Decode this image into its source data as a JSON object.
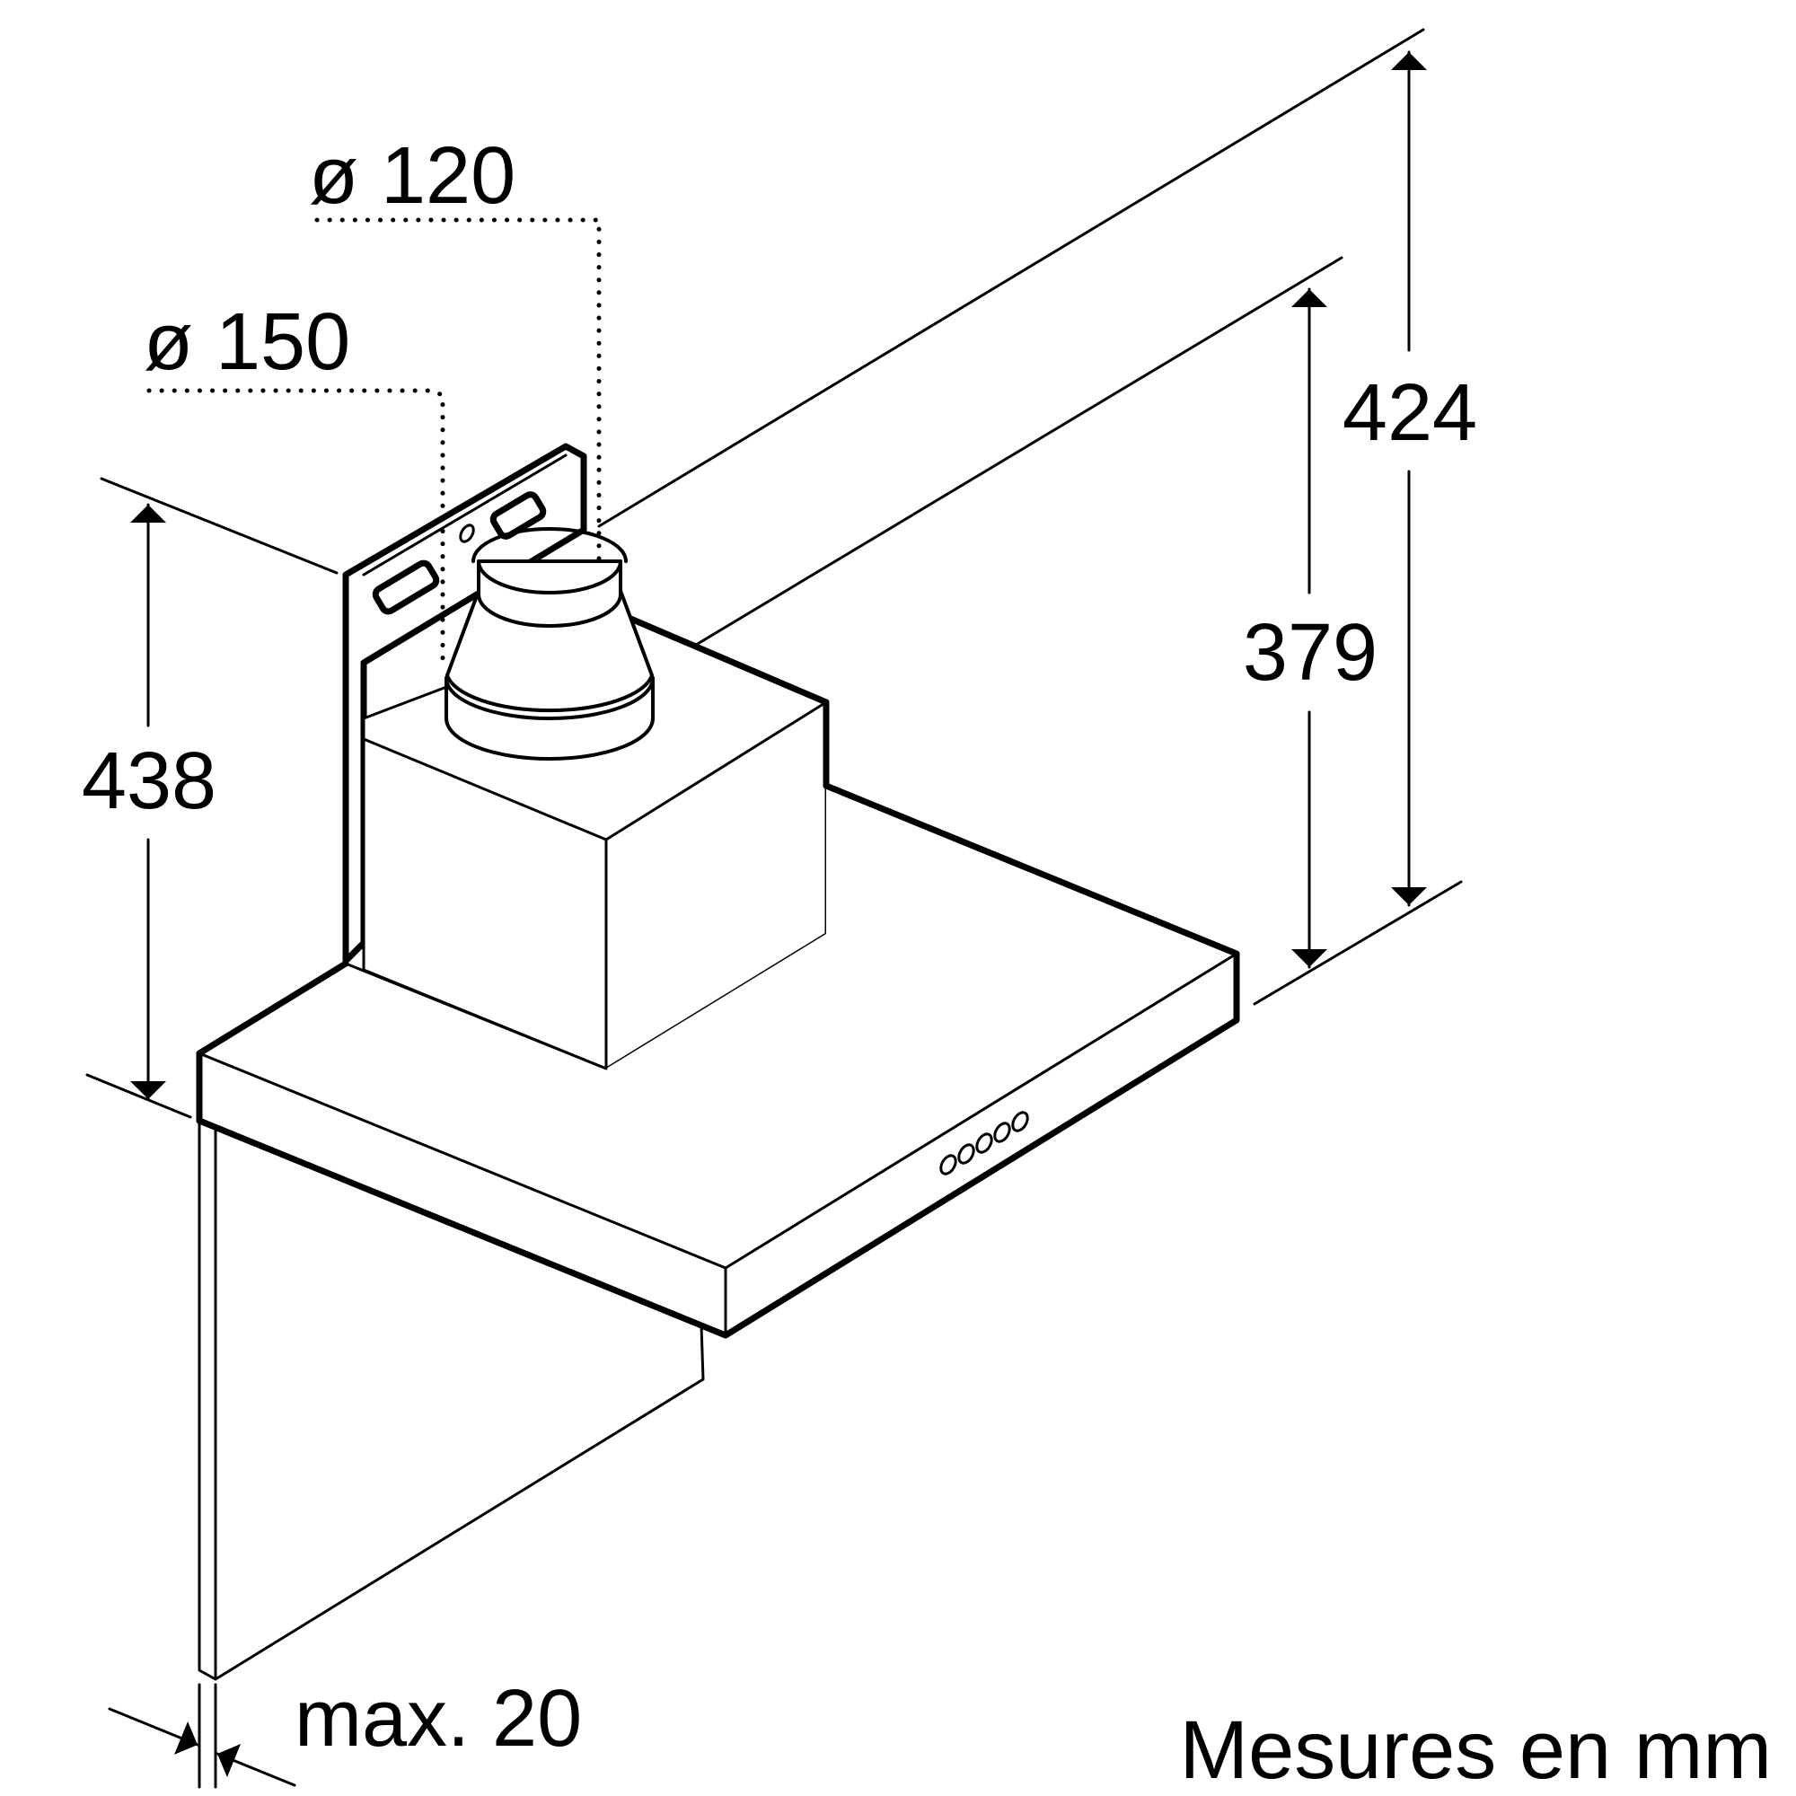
{
  "dimensions": {
    "duct_small": "ø 120",
    "duct_large": "ø 150",
    "total_height": "424",
    "inner_height": "379",
    "left_height": "438",
    "wall_gap": "max. 20"
  },
  "footer": {
    "units": "Mesures en mm"
  }
}
